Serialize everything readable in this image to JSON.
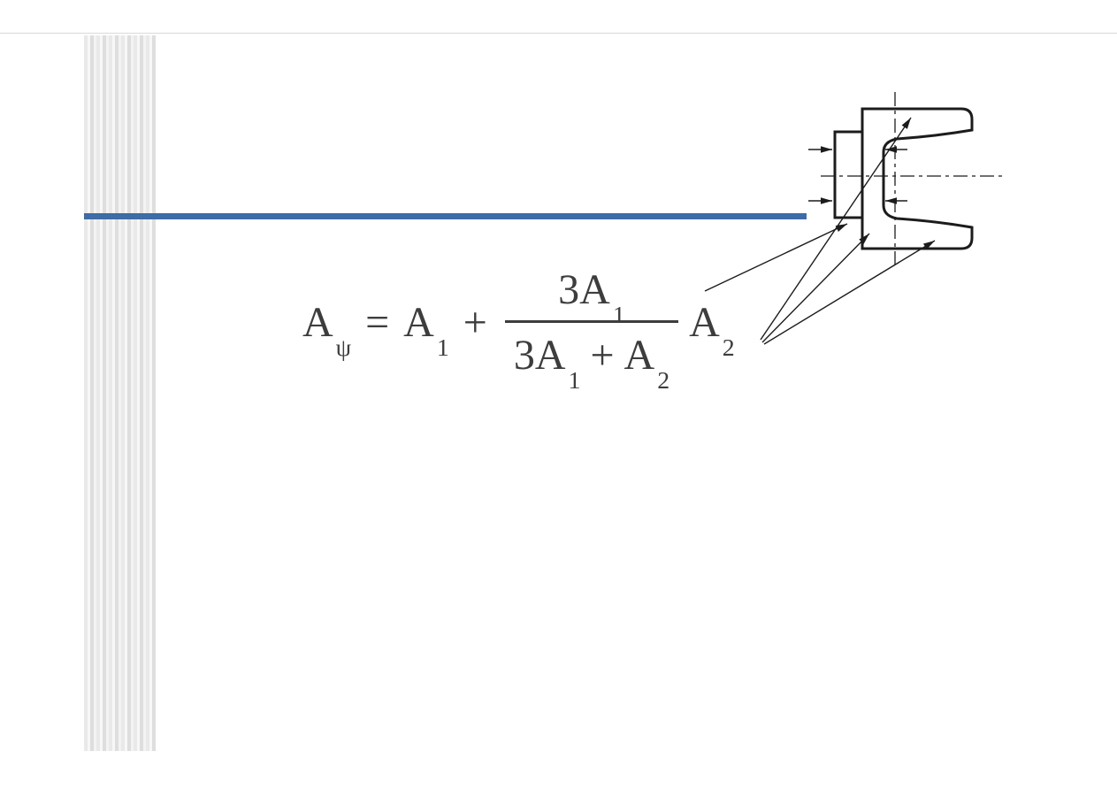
{
  "slide": {
    "colors": {
      "accent_blue": "#3d6ca6",
      "formula_text": "#3d3d3d",
      "drawing_stroke": "#1c1c1c",
      "stripe_gray": "#dedede"
    },
    "formula": {
      "lhs": {
        "base": "A",
        "sub": "ψ"
      },
      "equals": "=",
      "term1": {
        "base": "A",
        "sub": "1"
      },
      "plus": "+",
      "fraction": {
        "numerator": {
          "base": "3A",
          "sub": "1"
        },
        "denominator": {
          "part1_base": "3A",
          "part1_sub": "1",
          "operator": "+",
          "part2_base": "A",
          "part2_sub": "2"
        }
      },
      "term2": {
        "base": "A",
        "sub": "2"
      }
    },
    "diagram": {
      "name": "channel-beam-cross-section"
    }
  }
}
